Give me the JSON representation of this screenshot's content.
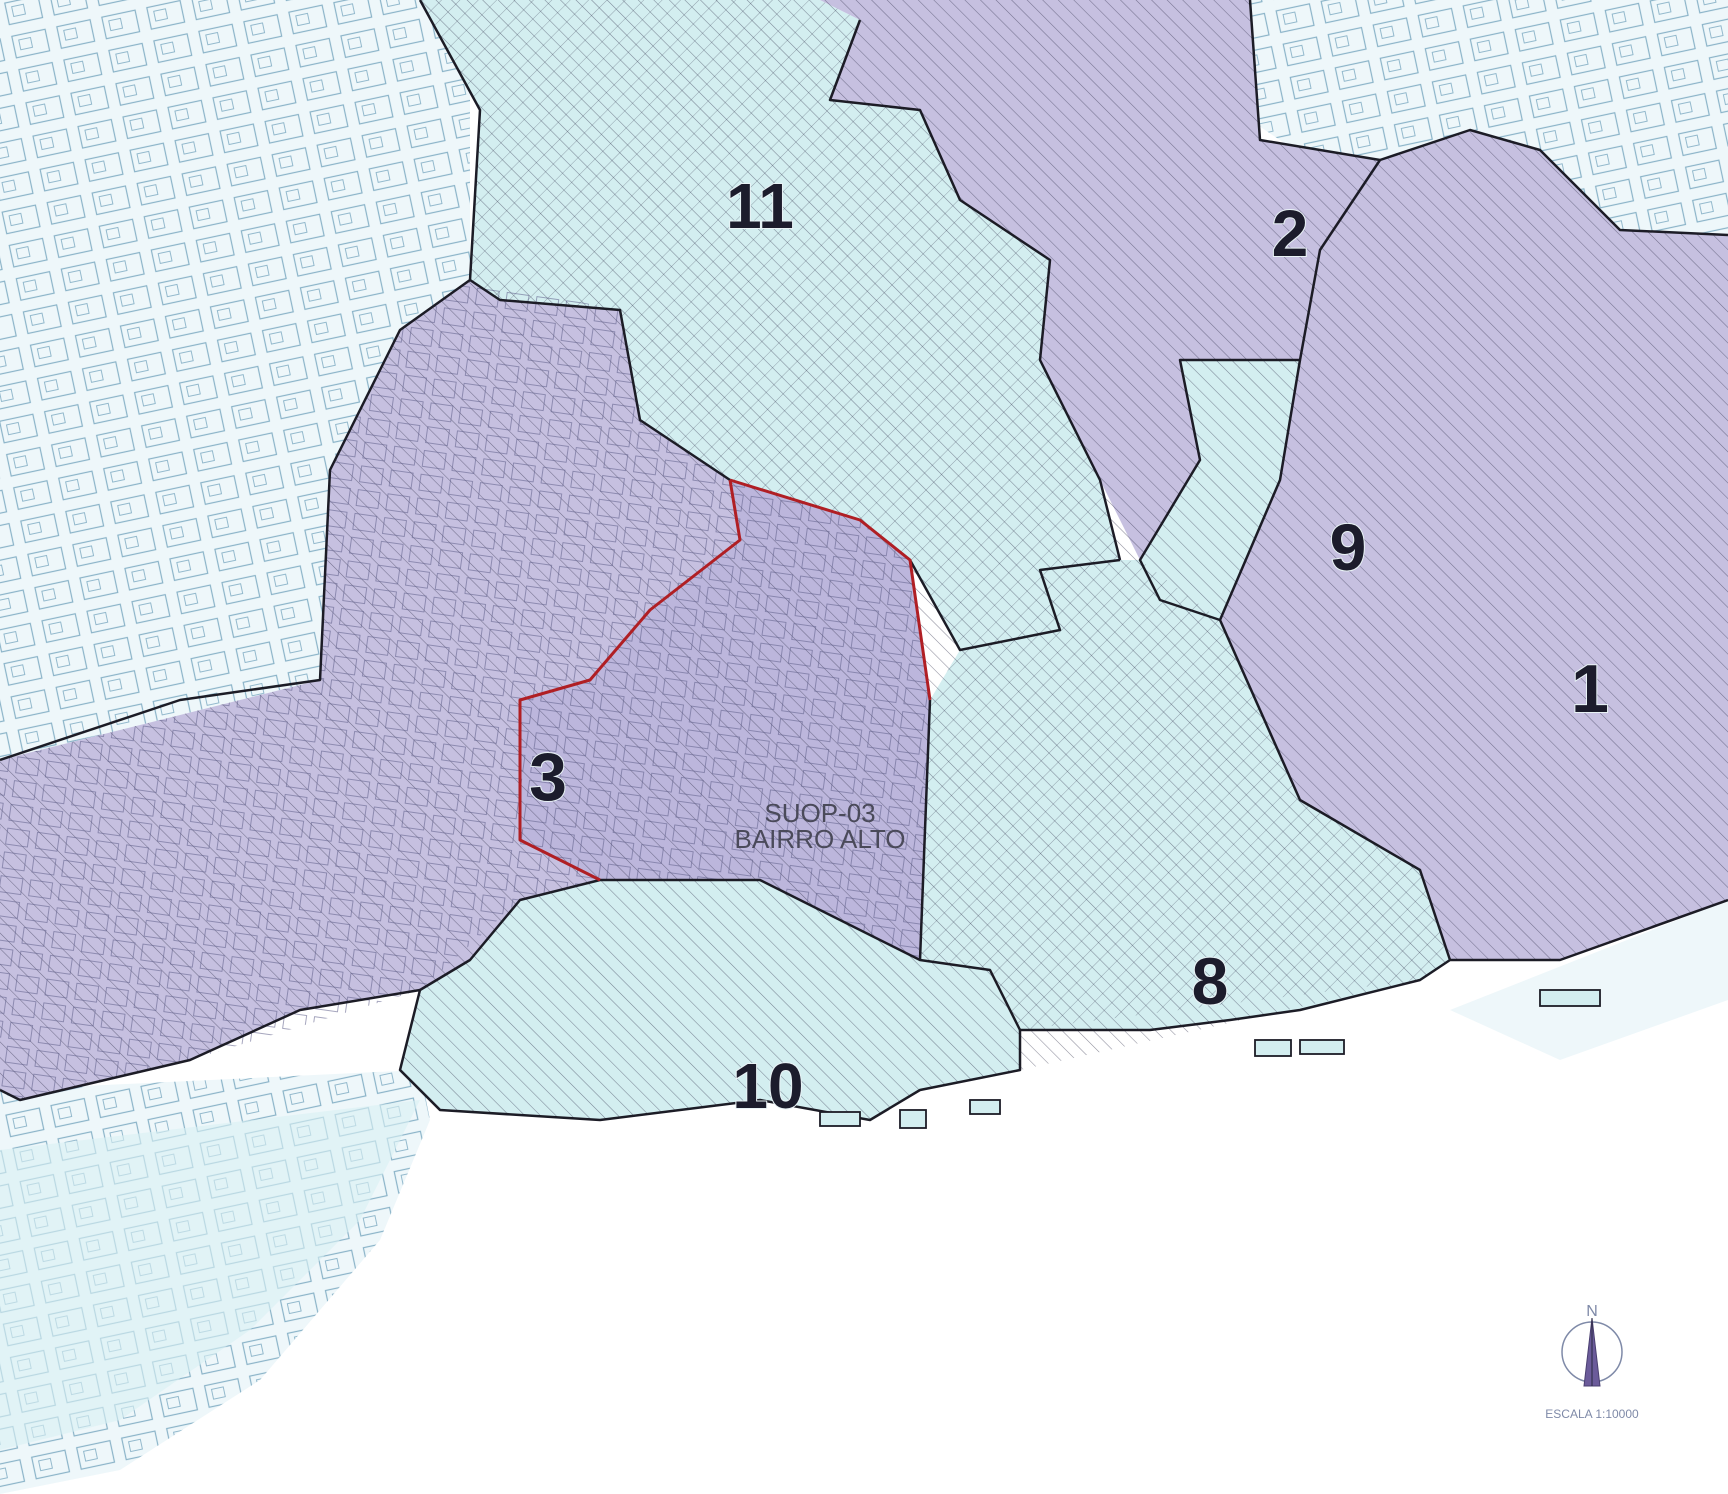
{
  "map": {
    "zones": [
      {
        "id": "zone-11",
        "label": "11"
      },
      {
        "id": "zone-2",
        "label": "2"
      },
      {
        "id": "zone-9",
        "label": "9"
      },
      {
        "id": "zone-1",
        "label": "1"
      },
      {
        "id": "zone-3",
        "label": "3"
      },
      {
        "id": "zone-8",
        "label": "8"
      },
      {
        "id": "zone-10",
        "label": "10"
      }
    ],
    "highlighted_area": {
      "line1": "SUOP-03",
      "line2": "BAIRRO ALTO"
    },
    "north_arrow": {
      "label": "N",
      "icon": "north-arrow-icon"
    },
    "scale_label": "ESCALA 1:10000",
    "colors": {
      "background": "#ffffff",
      "urban_fabric_lines": "#8ab3c8",
      "zone_fill_cyan": "#d3eef0",
      "zone_fill_purple": "#c6c0e0",
      "hatch": "#2f2f48",
      "zone_border": "#1c1c26",
      "highlight_border": "#b01f24"
    }
  }
}
